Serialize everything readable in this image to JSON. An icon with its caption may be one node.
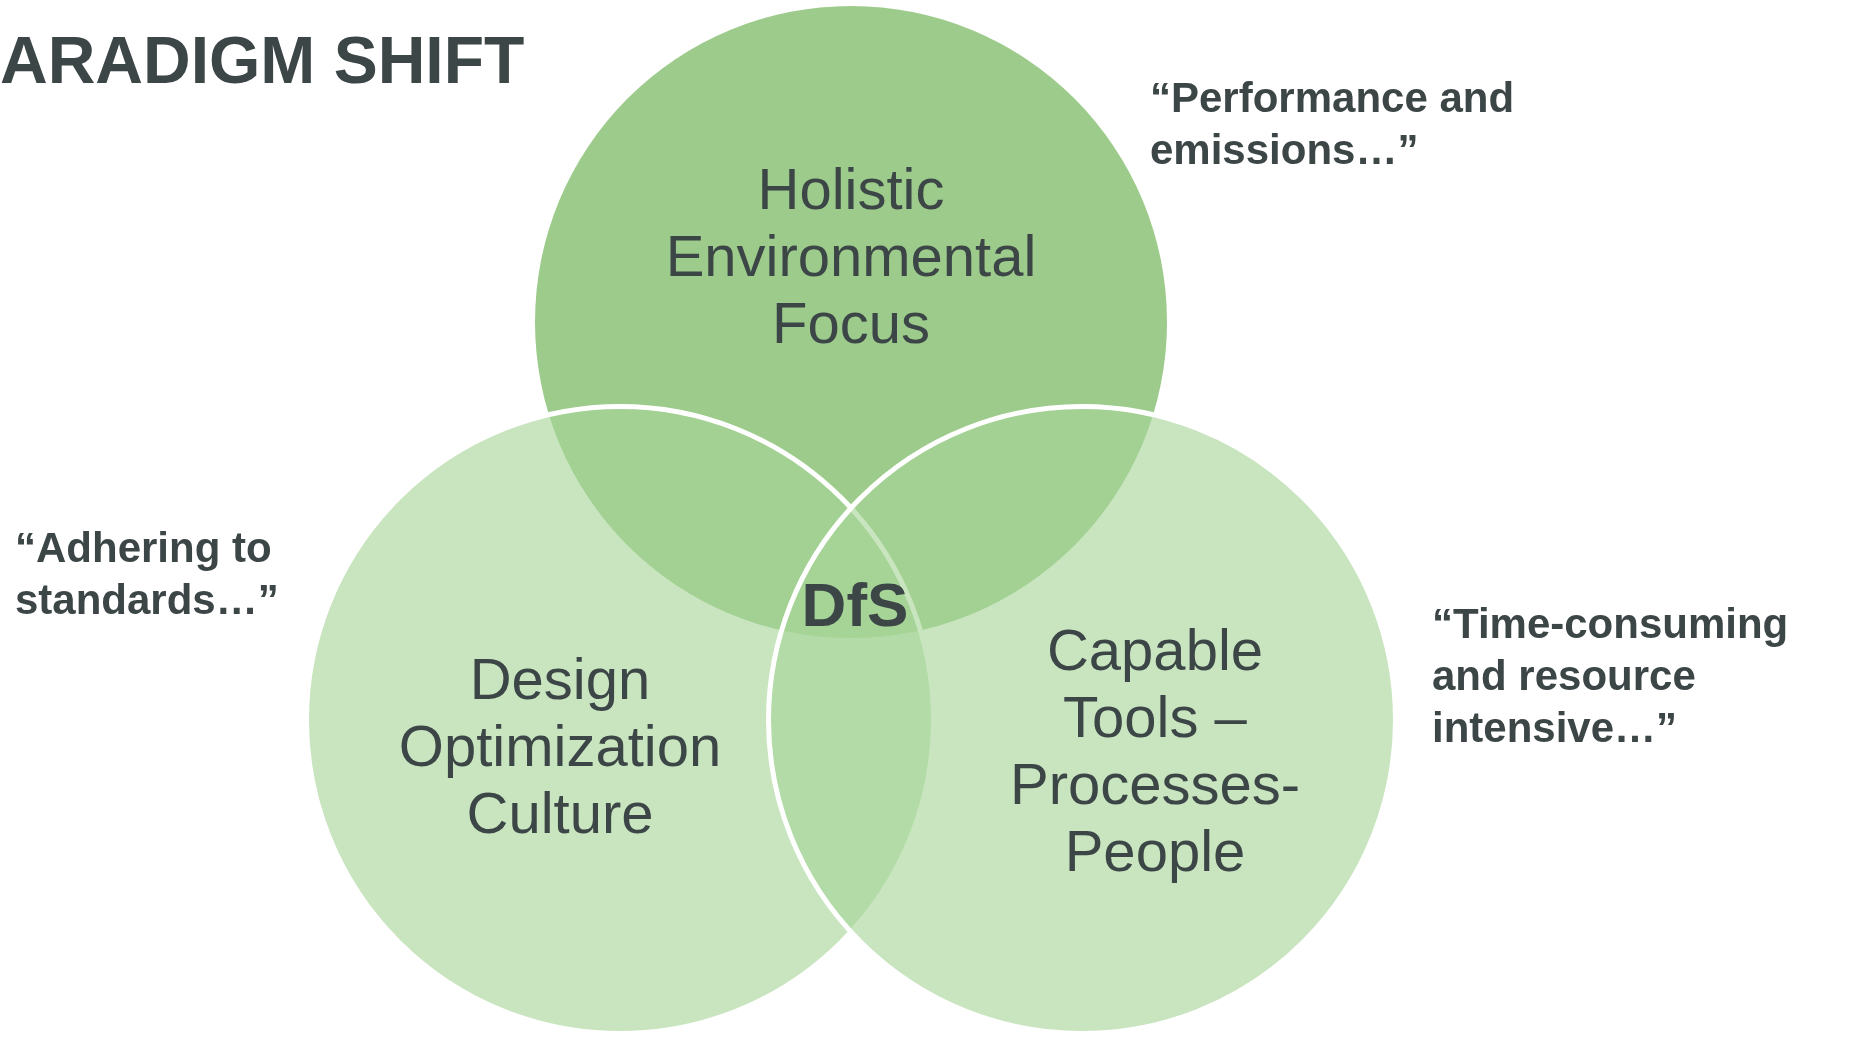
{
  "diagram": {
    "title": "ARADIGM SHIFT",
    "nodes": [
      {
        "text": [
          "Holistic Environmental Focus"
        ]
      },
      {
        "text": [
          "Design Optimization Culture"
        ]
      },
      {
        "text": [
          "Capable Tools – Processes- People"
        ]
      }
    ],
    "labels": [
      "“Performance and emissions…”",
      "“Adhering to standards…”",
      "DfS",
      "“Time-consuming and resource intensive…”"
    ]
  }
}
